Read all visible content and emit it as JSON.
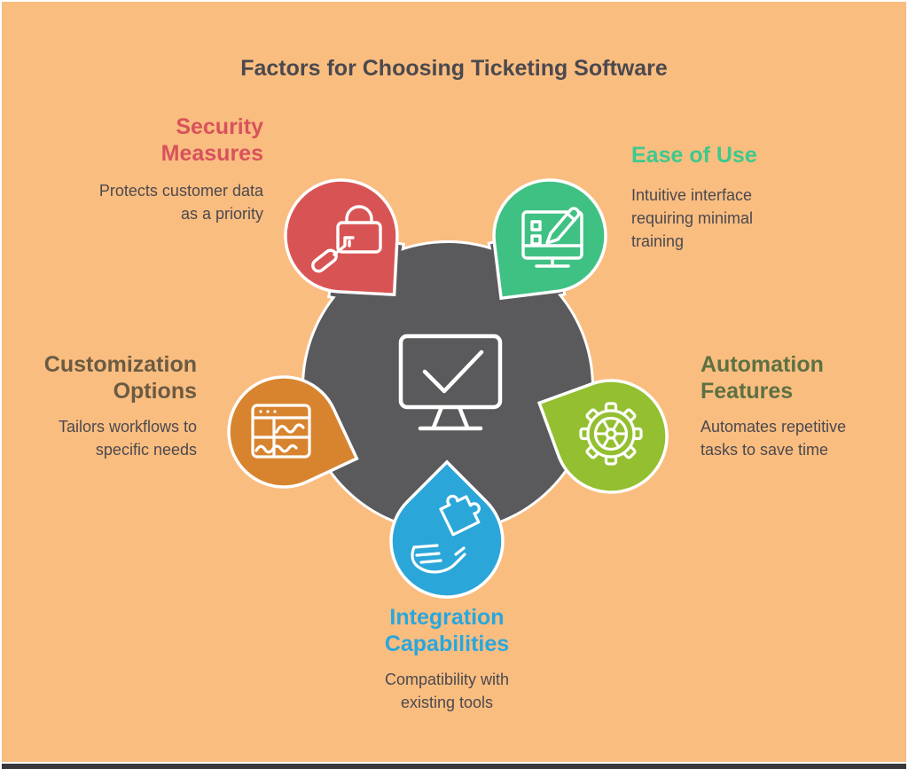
{
  "title": "Factors for Choosing Ticketing Software",
  "colors": {
    "background": "#FABD80",
    "center": "#5A595B",
    "title_text": "#4B494E",
    "body_text": "#4B494E",
    "footer": "#38373C"
  },
  "center": {
    "icon": "monitor-check-icon"
  },
  "factors": [
    {
      "id": "security",
      "heading": "Security\nMeasures",
      "description": "Protects customer data\nas a priority",
      "color": "#D85454",
      "heading_color": "#D8525C",
      "icon": "lock-key-icon"
    },
    {
      "id": "ease-of-use",
      "heading": "Ease of Use",
      "description": "Intuitive interface\nrequiring minimal\ntraining",
      "color": "#40C184",
      "heading_color": "#3DC98D",
      "icon": "monitor-pencil-icon"
    },
    {
      "id": "customization",
      "heading": "Customization\nOptions",
      "description": "Tailors workflows to\nspecific needs",
      "color": "#D8842F",
      "heading_color": "#6B5B43",
      "icon": "browser-chart-icon"
    },
    {
      "id": "automation",
      "heading": "Automation\nFeatures",
      "description": "Automates repetitive\ntasks to save time",
      "color": "#93BF30",
      "heading_color": "#5D7142",
      "icon": "gear-icon"
    },
    {
      "id": "integration",
      "heading": "Integration\nCapabilities",
      "description": "Compatibility with\nexisting tools",
      "color": "#2BA6D9",
      "heading_color": "#29A7DD",
      "icon": "hand-puzzle-icon"
    }
  ]
}
